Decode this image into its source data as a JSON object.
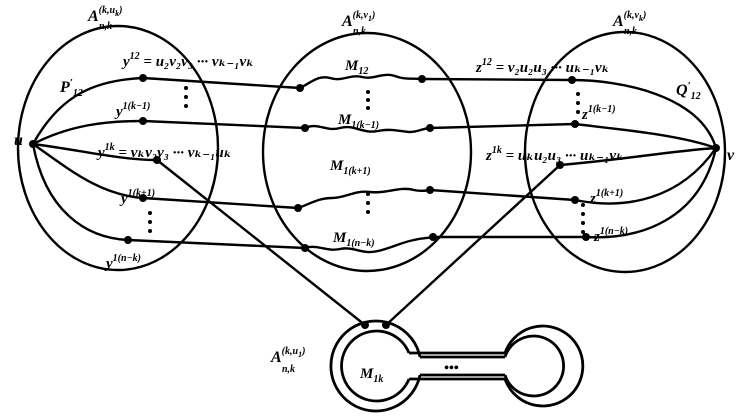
{
  "clusters": {
    "left": {
      "base": "A",
      "sup": "(k,u",
      "supsub": "k",
      "supclose": ")",
      "sub": "n,k"
    },
    "middle": {
      "base": "A",
      "sup": "(k,v",
      "supsub": "1",
      "supclose": ")",
      "sub": "n,k"
    },
    "right": {
      "base": "A",
      "sup": "(k,v",
      "supsub": "k",
      "supclose": ")",
      "sub": "n,k"
    },
    "bottom": {
      "base": "A",
      "sup": "(k,u",
      "supsub": "1",
      "supclose": ")",
      "sub": "n,k"
    }
  },
  "vertices": {
    "u": "u",
    "v": "v"
  },
  "left_labels": {
    "y12": {
      "base": "y",
      "sup": "12",
      "rest": " = u₂v₂v₃ ··· vₖ₋₁vₖ"
    },
    "y1k_minus": {
      "base": "y",
      "sup": "1(k−1)"
    },
    "y1k": {
      "base": "y",
      "sup": "1k",
      "rest": " = vₖv₂v₃ ··· vₖ₋₁uₖ"
    },
    "y1k_plus": {
      "base": "y",
      "sup": "1(k+1)"
    },
    "y1n_k": {
      "base": "y",
      "sup": "1(n−k)"
    },
    "p12": {
      "base": "P",
      "prime": "′",
      "sub": "12"
    }
  },
  "middle_labels": {
    "m12": {
      "base": "M",
      "sub": "12"
    },
    "m1k_minus": {
      "base": "M",
      "sub": "1(k−1)"
    },
    "m1k_plus": {
      "base": "M",
      "sub": "1(k+1)"
    },
    "m1n_k": {
      "base": "M",
      "sub": "1(n−k)"
    },
    "m1k": {
      "base": "M",
      "sub": "1k"
    }
  },
  "right_labels": {
    "z12": {
      "base": "z",
      "sup": "12",
      "rest": " = v₂u₂u₃ ··· uₖ₋₁vₖ"
    },
    "z1k_minus": {
      "base": "z",
      "sup": "1(k−1)"
    },
    "z1k": {
      "base": "z",
      "sup": "1k",
      "rest": " = uₖu₂u₃ ··· uₖ₋₁vₖ"
    },
    "z1k_plus": {
      "base": "z",
      "sup": "1(k+1)"
    },
    "z1n_k": {
      "base": "z",
      "sup": "1(n−k)"
    },
    "q12": {
      "base": "Q",
      "prime": "′",
      "sub": "12"
    }
  },
  "ellipsis": "•••"
}
